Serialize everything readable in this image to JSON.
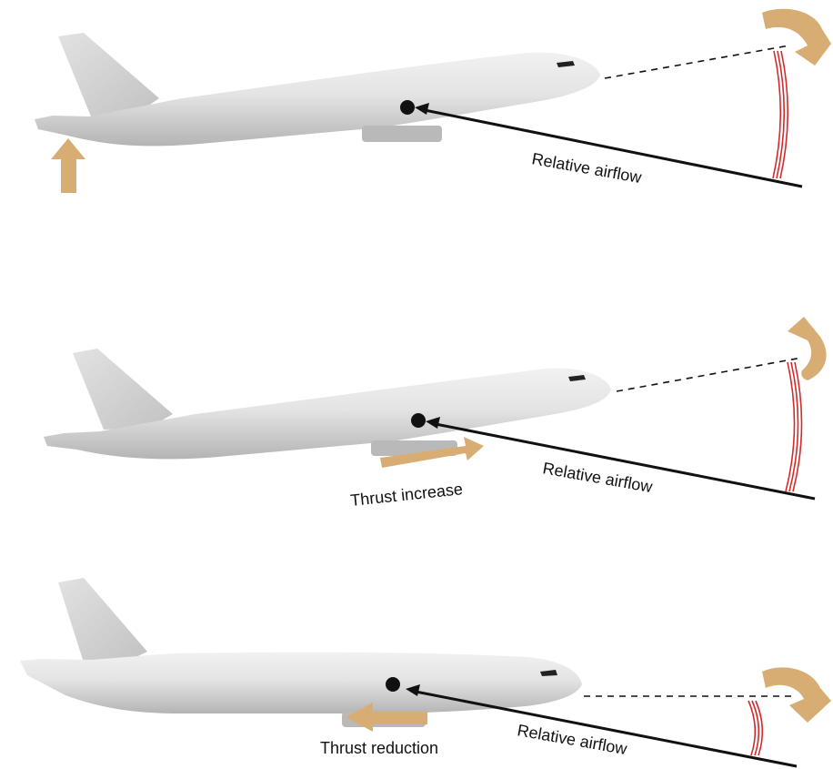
{
  "panels": [
    {
      "id": "pitch-up-tail",
      "airflow_label": "Relative airflow",
      "thrust_label": ""
    },
    {
      "id": "thrust-increase",
      "airflow_label": "Relative airflow",
      "thrust_label": "Thrust increase"
    },
    {
      "id": "thrust-reduction",
      "airflow_label": "Relative airflow",
      "thrust_label": "Thrust reduction"
    }
  ],
  "colors": {
    "arrow": "#d8ad74",
    "angle_marker": "#d42a2a",
    "aircraft": "#cfcfcf",
    "line": "#111111"
  }
}
